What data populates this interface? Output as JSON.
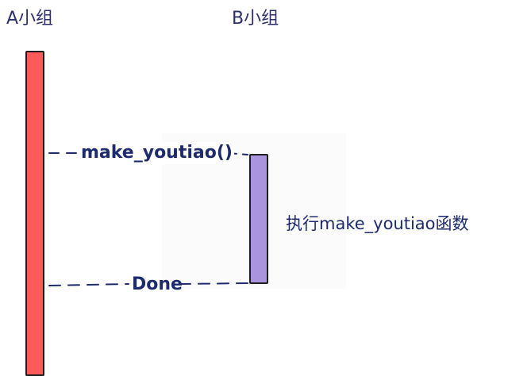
{
  "participants": {
    "a": {
      "label": "A小组",
      "color": "#ff5a5a"
    },
    "b": {
      "label": "B小组",
      "color": "#a994dd"
    }
  },
  "messages": {
    "call": {
      "label": "make_youtiao()"
    },
    "done": {
      "label": "Done"
    }
  },
  "annotation": {
    "text": "执行make_youtiao函数"
  },
  "colors": {
    "text": "#1d2b6b",
    "line": "#1d2b6b",
    "outline": "#1e1e1e"
  }
}
